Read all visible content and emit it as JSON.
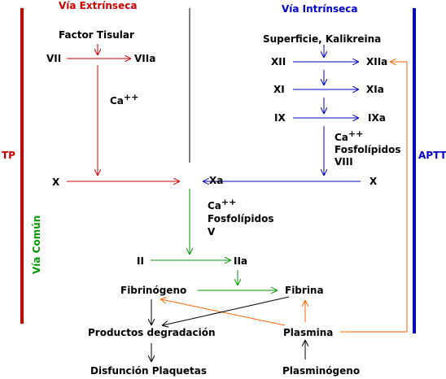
{
  "headers": {
    "extrinsic": "Vía Extrínseca",
    "intrinsic": "Vía Intrínseca",
    "common": "Vía Común",
    "tp": "TP",
    "aptt": "APTT"
  },
  "nodes": {
    "tissue_factor": "Factor Tisular",
    "vii": "VII",
    "viia": "VIIa",
    "ca1_base": "Ca",
    "ca1_sup": "++",
    "surface": "Superficie, Kalikreina",
    "xii": "XII",
    "xiia": "XIIa",
    "xi": "XI",
    "xia": "XIa",
    "ix": "IX",
    "ixa": "IXa",
    "ca2_base": "Ca",
    "ca2_sup": "++",
    "phospholipids2": "Fosfolípidos",
    "viii": "VIII",
    "x_left": "X",
    "xa": "Xa",
    "x_right": "X",
    "ca3_base": "Ca",
    "ca3_sup": "++",
    "phospholipids3": "Fosfolípidos",
    "v": "V",
    "ii": "II",
    "iia": "IIa",
    "fibrinogen": "Fibrinógeno",
    "fibrin": "Fibrina",
    "degradation": "Productos degradación",
    "plasmin": "Plasmina",
    "platelet": "Disfunción Plaquetas",
    "plasminogen": "Plasminógeno"
  },
  "colors": {
    "extrinsic": "#d00000",
    "intrinsic": "#0000cc",
    "common": "#009900",
    "fibrinolysis": "#ff6600",
    "neutral": "#000000"
  }
}
